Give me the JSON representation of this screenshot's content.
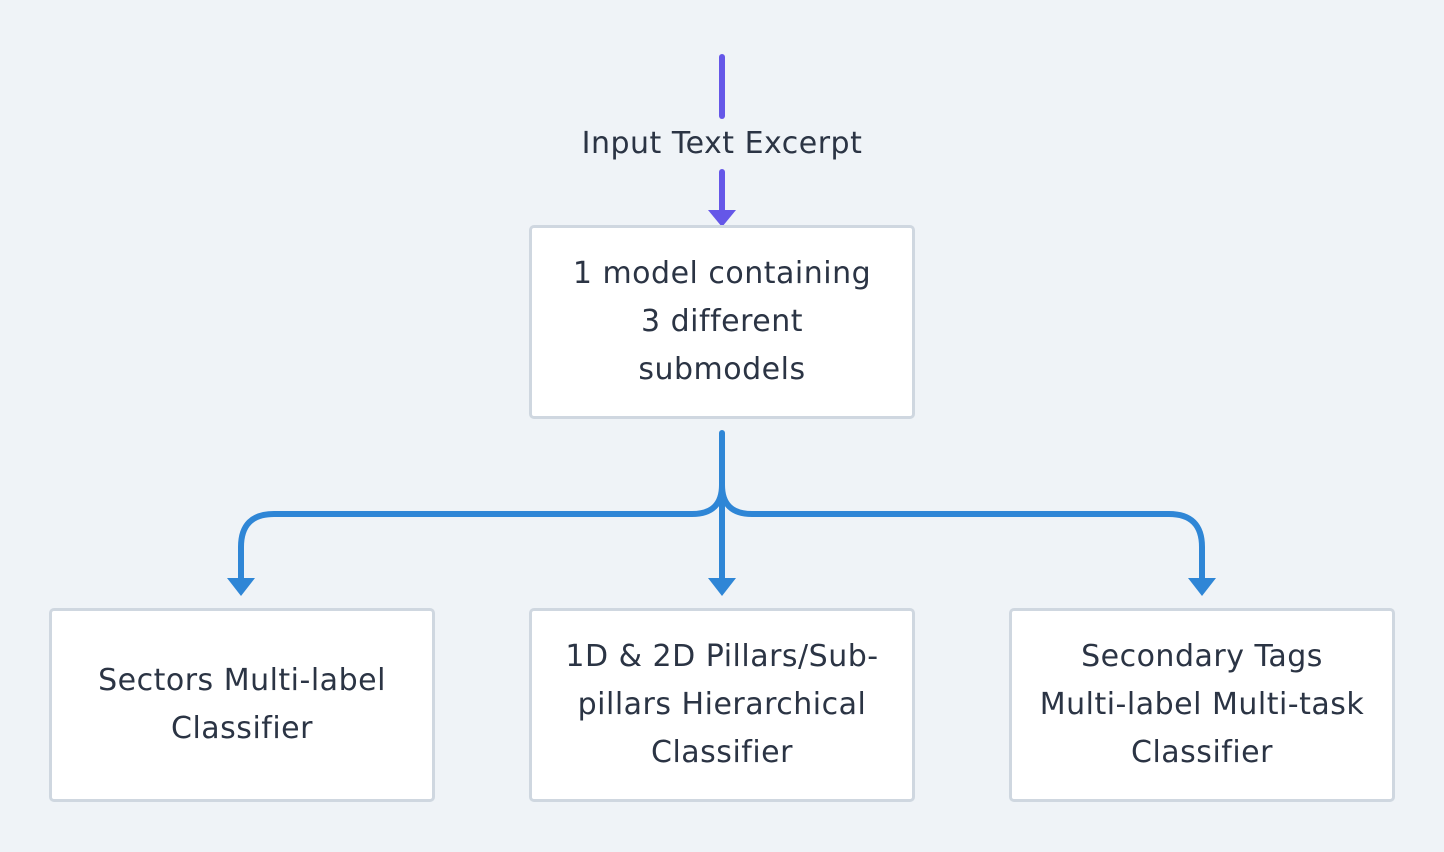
{
  "input": {
    "label": "Input Text Excerpt"
  },
  "main_model": {
    "lines": [
      "1 model containing",
      "3 different",
      "submodels"
    ]
  },
  "submodels": [
    {
      "lines": [
        "Sectors Multi-label",
        "Classifier"
      ]
    },
    {
      "lines": [
        "1D & 2D Pillars/Sub-",
        "pillars Hierarchical",
        "Classifier"
      ]
    },
    {
      "lines": [
        "Secondary Tags",
        "Multi-label Multi-task",
        "Classifier"
      ]
    }
  ],
  "colors": {
    "background": "#eff3f7",
    "input_arrow": "#6557e8",
    "branch_arrows": "#2f86d6",
    "box_border": "#cfd7e0",
    "text": "#2b3444"
  }
}
